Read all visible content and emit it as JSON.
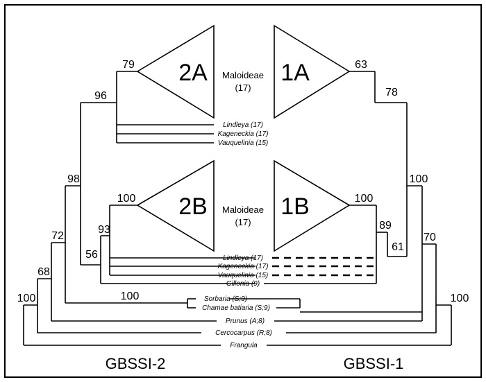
{
  "panels": {
    "left": "GBSSI-2",
    "right": "GBSSI-1"
  },
  "clades": {
    "c2A": "2A",
    "c1A": "1A",
    "c2B": "2B",
    "c1B": "1B",
    "group_name": "Maloideae",
    "group_count": "(17)"
  },
  "taxa": {
    "lindleya": "Lindleya (17)",
    "kageneckia": "Kageneckia (17)",
    "vauquelinia": "Vauquelinia (15)",
    "gillonia": "Gillonia (9)",
    "sorbaria": "Sorbaria (S;9)",
    "chamaebatiaria": "Chamae batiaria (S;9)",
    "prunus": "Prunus (A;8)",
    "cercocarpus": "Cercocarpus (R;8)",
    "frangula": "Frangula"
  },
  "support": {
    "s79": "79",
    "s96": "96",
    "s98": "98",
    "s100_2b": "100",
    "s93": "93",
    "s56": "56",
    "s72": "72",
    "s68": "68",
    "s100_root": "100",
    "s100_sorb": "100",
    "s63": "63",
    "s78": "78",
    "s100_1b": "100",
    "s89": "89",
    "s61": "61",
    "s100_r1": "100",
    "s70": "70",
    "s100_r2": "100"
  }
}
